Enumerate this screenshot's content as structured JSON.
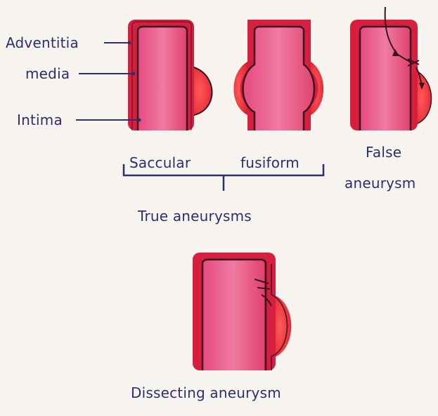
{
  "labels": {
    "adventitia": "Adventitia",
    "media": "media",
    "intima": "Intima",
    "saccular": "Saccular",
    "fusiform": "fusiform",
    "false_aneurysm_line1": "False",
    "false_aneurysm_line2": "aneurysm",
    "true_aneurysms": "True aneurysms",
    "dissecting_aneurysm": "Dissecting aneurysm"
  },
  "colors": {
    "background": "#f7f4ef",
    "vessel_wall": "#d61f3f",
    "vessel_lumen": "#e8457a",
    "bulge": "#f0343f",
    "outline": "#3a1420",
    "ink": "#2b2f6b"
  }
}
